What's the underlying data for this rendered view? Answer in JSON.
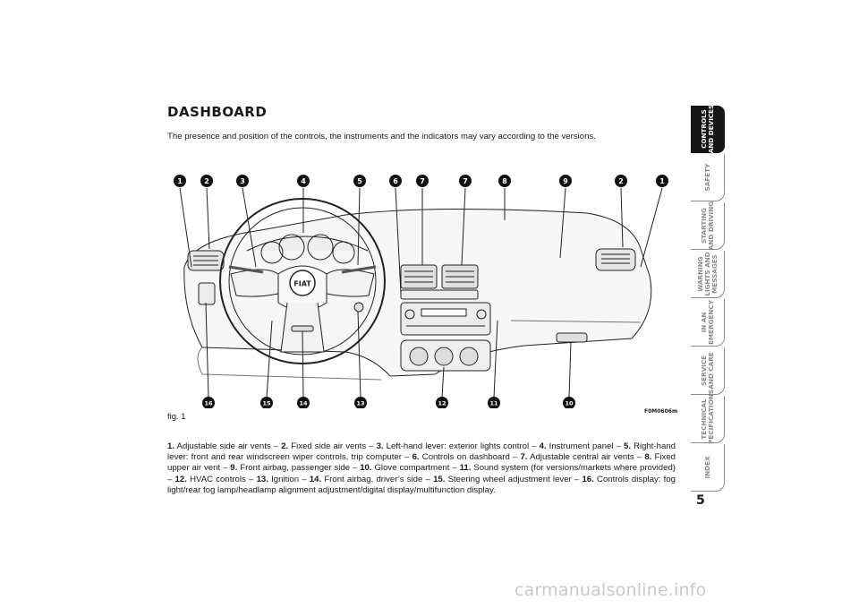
{
  "page": {
    "title": "DASHBOARD",
    "intro": "The presence and position of the controls, the instruments and the indicators may vary according to the versions.",
    "figure_label": "fig. 1",
    "figure_code": "F0M0606m",
    "page_number": "5",
    "watermark": "carmanualsonline.info"
  },
  "figure": {
    "logo": "FIAT",
    "callouts_top": [
      "1",
      "2",
      "3",
      "4",
      "5",
      "6",
      "7",
      "7",
      "8",
      "9",
      "2",
      "1"
    ],
    "callouts_bottom": [
      "16",
      "15",
      "14",
      "13",
      "12",
      "11",
      "10"
    ]
  },
  "caption": [
    {
      "num": "1.",
      "text": " Adjustable side air vents – "
    },
    {
      "num": "2.",
      "text": " Fixed side air vents – "
    },
    {
      "num": "3.",
      "text": " Left-hand lever: exterior lights control – "
    },
    {
      "num": "4.",
      "text": " Instrument panel – "
    },
    {
      "num": "5.",
      "text": " Right-hand lever: front and rear windscreen wiper controls, trip computer – "
    },
    {
      "num": "6.",
      "text": " Controls on dashboard – "
    },
    {
      "num": "7.",
      "text": " Adjustable central air vents – "
    },
    {
      "num": "8.",
      "text": " Fixed upper air vent – "
    },
    {
      "num": "9.",
      "text": " Front airbag, passenger side – "
    },
    {
      "num": "10.",
      "text": " Glove compartment – "
    },
    {
      "num": "11.",
      "text": " Sound system (for versions/markets where provided) – "
    },
    {
      "num": "12.",
      "text": " HVAC controls – "
    },
    {
      "num": "13.",
      "text": " Ignition – "
    },
    {
      "num": "14.",
      "text": " Front airbag, driver’s side – "
    },
    {
      "num": "15.",
      "text": " Steering wheel adjustment lever – "
    },
    {
      "num": "16.",
      "text": " Controls display: fog light/rear fog lamp/headlamp alignment adjustment/digital display/multifunction display."
    }
  ],
  "tabs": [
    {
      "label": "CONTROLS\nAND DEVICES",
      "active": true
    },
    {
      "label": "SAFETY",
      "active": false
    },
    {
      "label": "STARTING\nAND DRIVING",
      "active": false
    },
    {
      "label": "WARNING\nLIGHTS AND\nMESSAGES",
      "active": false
    },
    {
      "label": "IN AN\nEMERGENCY",
      "active": false
    },
    {
      "label": "SERVICE\nAND CARE",
      "active": false
    },
    {
      "label": "TECHNICAL\nSPECIFICATIONS",
      "active": false
    },
    {
      "label": "INDEX",
      "active": false
    }
  ]
}
